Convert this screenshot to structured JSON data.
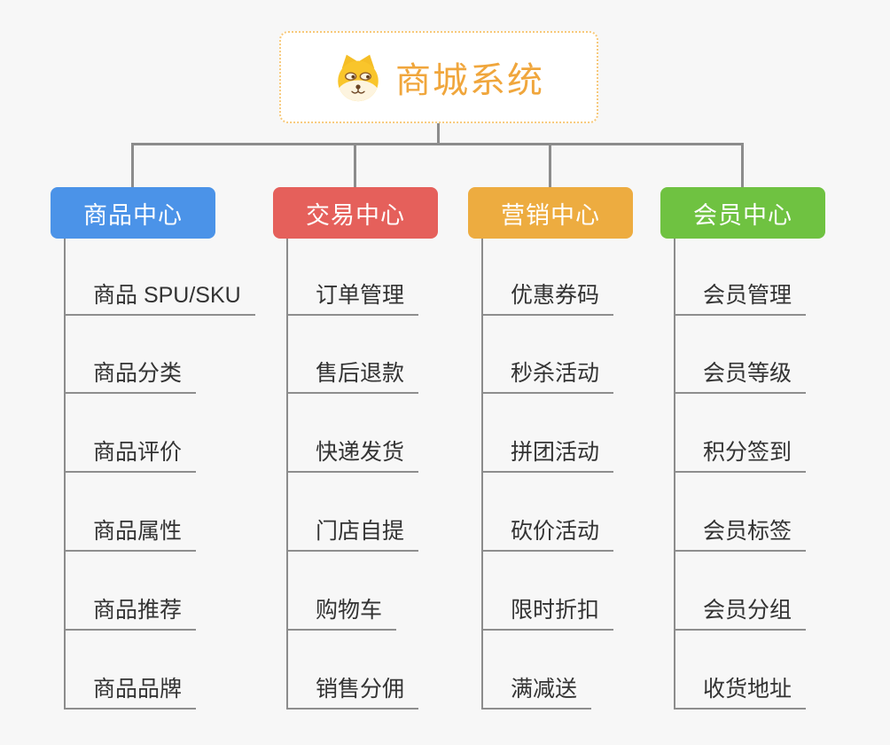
{
  "page": {
    "background": "#f7f7f7",
    "connector_color": "#8c8c8c"
  },
  "root": {
    "title": "商城系统",
    "title_color": "#f0a63c",
    "border_color": "#f7c97b",
    "icon": "shiba-dog-face-icon"
  },
  "branches": [
    {
      "label": "商品中心",
      "color": "#4b93e8",
      "items": [
        "商品 SPU/SKU",
        "商品分类",
        "商品评价",
        "商品属性",
        "商品推荐",
        "商品品牌"
      ]
    },
    {
      "label": "交易中心",
      "color": "#e5605b",
      "items": [
        "订单管理",
        "售后退款",
        "快递发货",
        "门店自提",
        "购物车",
        "销售分佣"
      ]
    },
    {
      "label": "营销中心",
      "color": "#edac40",
      "items": [
        "优惠券码",
        "秒杀活动",
        "拼团活动",
        "砍价活动",
        "限时折扣",
        "满减送"
      ]
    },
    {
      "label": "会员中心",
      "color": "#6fc241",
      "items": [
        "会员管理",
        "会员等级",
        "积分签到",
        "会员标签",
        "会员分组",
        "收货地址"
      ]
    }
  ]
}
